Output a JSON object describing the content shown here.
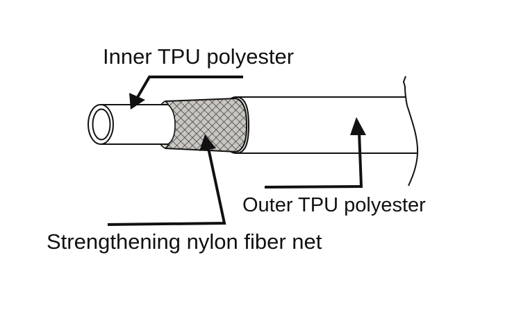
{
  "diagram": {
    "subject": "Three-layer hose cross-section",
    "labels": {
      "inner": "Inner TPU polyester",
      "outer": "Outer TPU polyester",
      "reinforcement": "Strengthening nylon fiber net"
    },
    "layers": [
      {
        "name": "Inner TPU polyester",
        "order": 1
      },
      {
        "name": "Strengthening nylon fiber net",
        "order": 2
      },
      {
        "name": "Outer TPU polyester",
        "order": 3
      }
    ],
    "colors": {
      "line": "#111111",
      "mesh_fill": "#c9c6c2",
      "mesh_lines": "#2a2a2a",
      "background": "#ffffff"
    }
  }
}
